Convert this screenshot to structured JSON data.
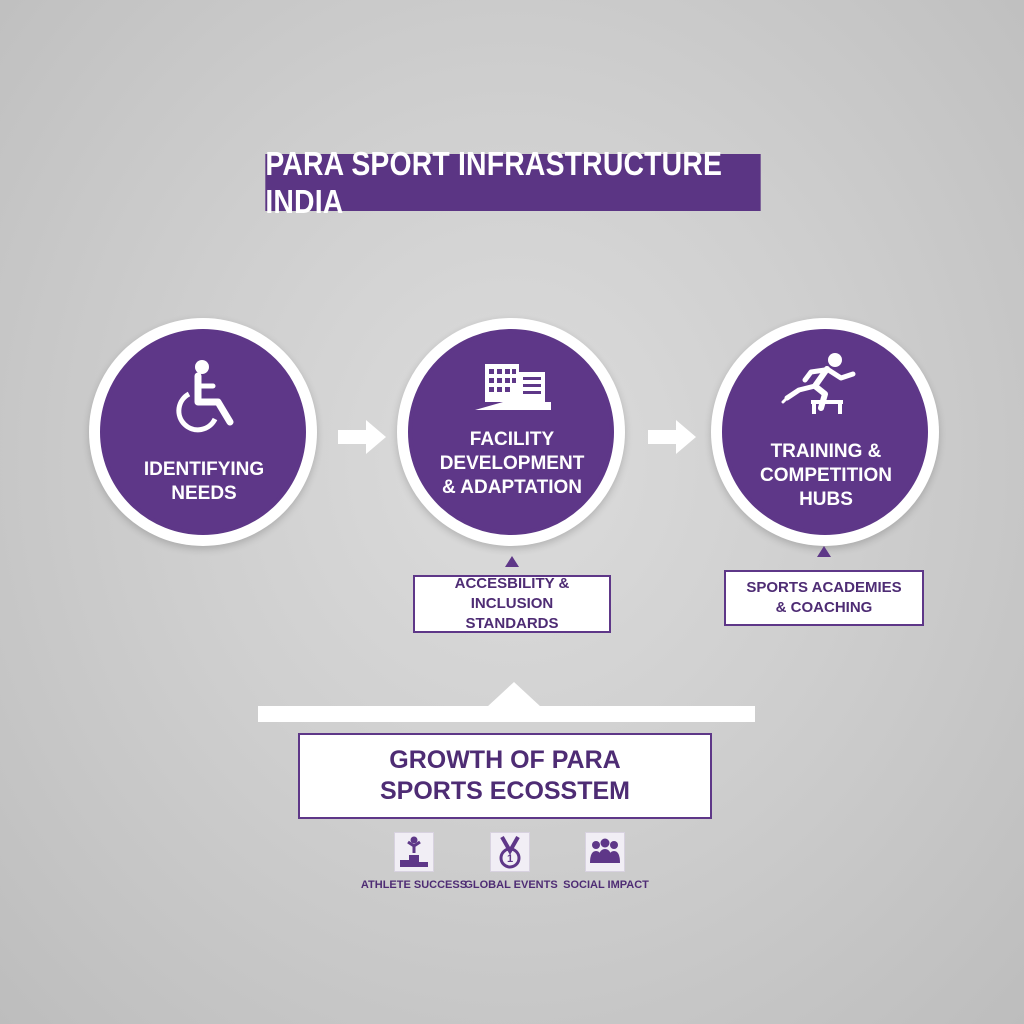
{
  "title": "PARA SPORT INFRASTRUCTURE INDIA",
  "colors": {
    "purple": "#5e3788",
    "title_bg": "#5b3584",
    "white": "#ffffff",
    "text_purple": "#4e2c74"
  },
  "steps": [
    {
      "label": "IDENTIFYING\nNEEDS",
      "icon": "wheelchair-icon"
    },
    {
      "label": "FACILITY\nDEVELOPMENT\n& ADAPTATION",
      "icon": "building-icon"
    },
    {
      "label": "TRAINING &\nCOMPETITION\nHUBS",
      "icon": "hurdle-runner-icon"
    }
  ],
  "sub_boxes": [
    {
      "label": "ACCESBILITY & INCLUSION\nSTANDARDS"
    },
    {
      "label": "SPORTS ACADEMIES\n& COACHING"
    }
  ],
  "growth": {
    "label": "GROWTH OF PARA\nSPORTS ECOSSTEM"
  },
  "outcomes": [
    {
      "label": "ATHLETE SUCCESS",
      "icon": "podium-icon"
    },
    {
      "label": "GLOBAL EVENTS",
      "icon": "medal-icon"
    },
    {
      "label": "SOCIAL IMPACT",
      "icon": "people-group-icon"
    }
  ]
}
